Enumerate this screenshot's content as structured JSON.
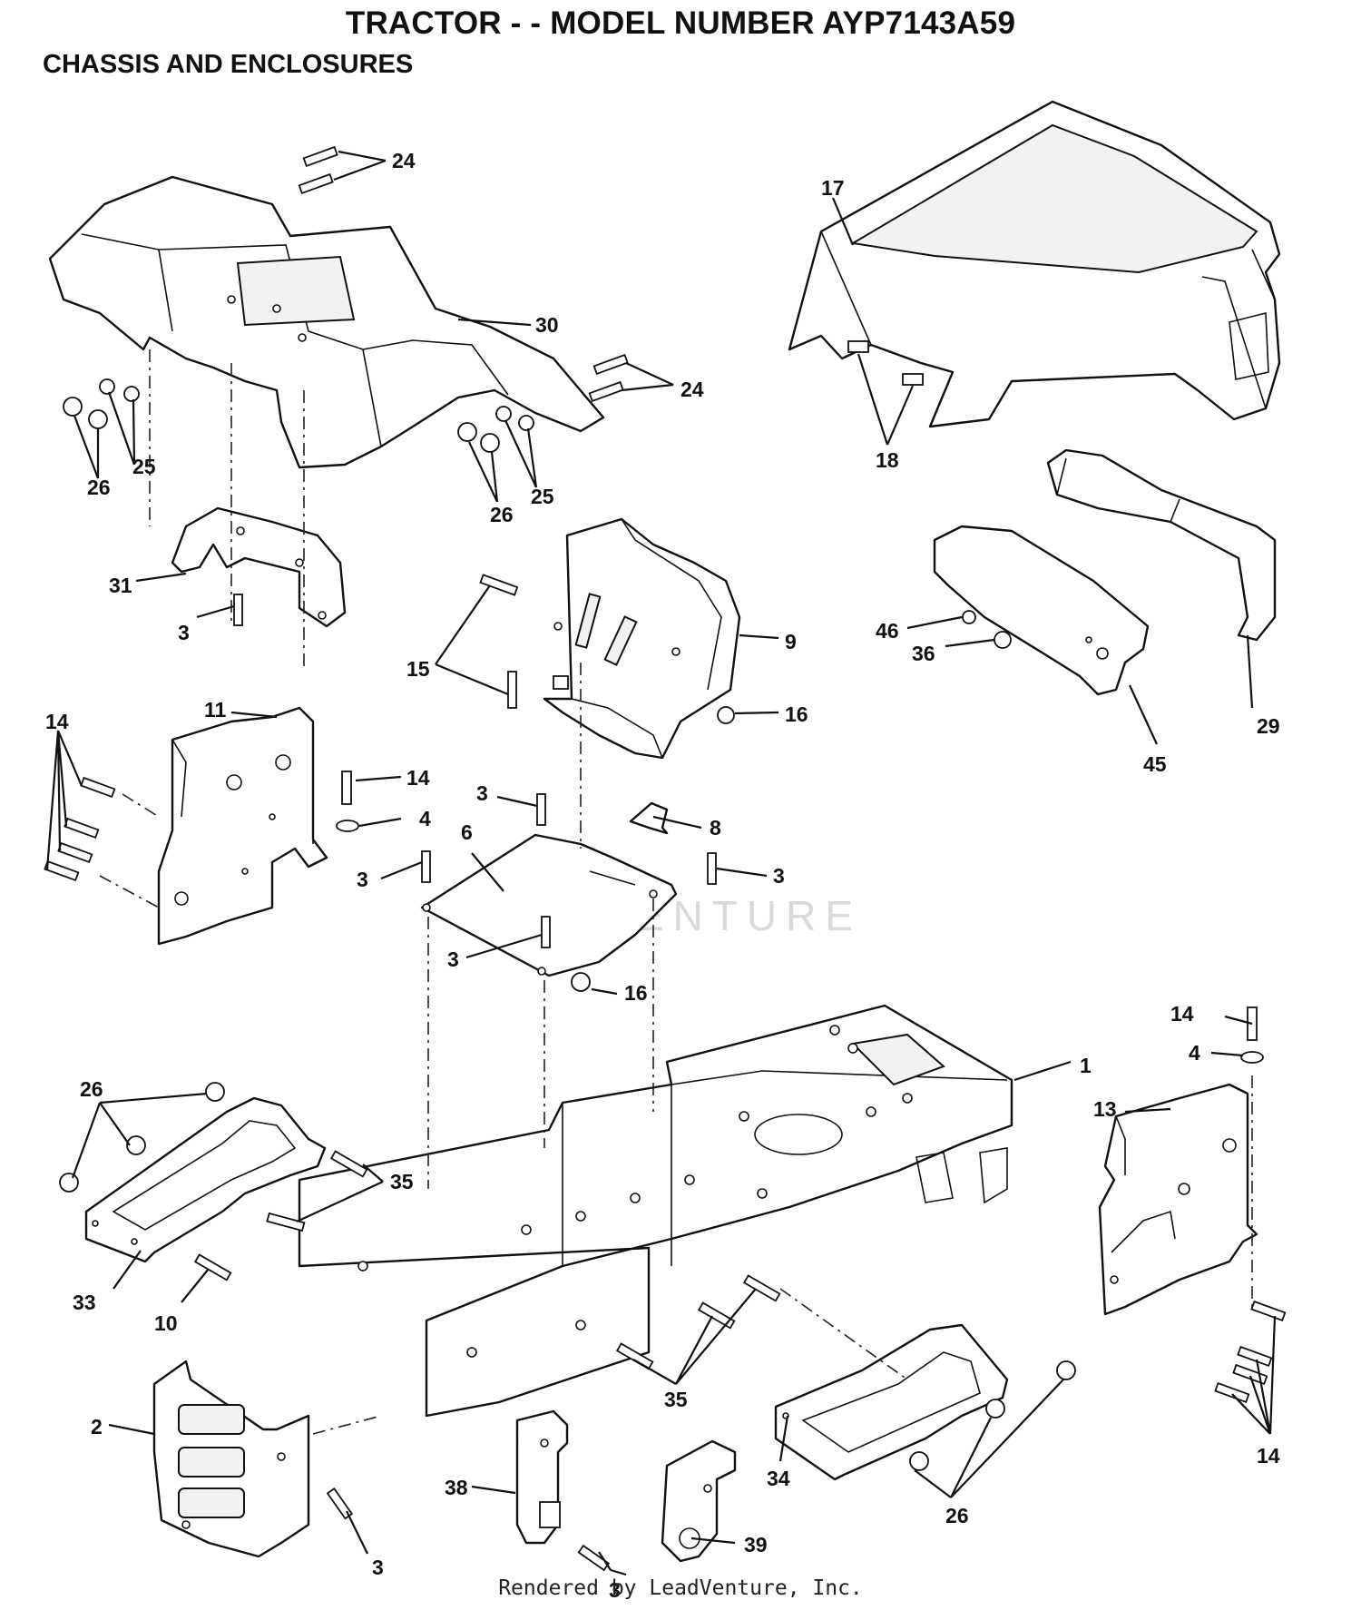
{
  "header": {
    "title": "TRACTOR - - MODEL NUMBER AYP7143A59",
    "subtitle": "CHASSIS AND ENCLOSURES"
  },
  "watermark": "LEADVENTURE",
  "footer": "Rendered by LeadVenture, Inc.",
  "callouts": {
    "c24a": "24",
    "c30": "30",
    "c24b": "24",
    "c25a": "25",
    "c26a": "26",
    "c25b": "25",
    "c26b": "26",
    "c17": "17",
    "c18": "18",
    "c31": "31",
    "c3a": "3",
    "c15": "15",
    "c9": "9",
    "c16a": "16",
    "c46": "46",
    "c36": "36",
    "c45": "45",
    "c29": "29",
    "c14a": "14",
    "c11": "11",
    "c14b": "14",
    "c4a": "4",
    "c3b": "3",
    "c8": "8",
    "c6": "6",
    "c3c": "3",
    "c3d": "3",
    "c3e": "3",
    "c16b": "16",
    "c14c": "14",
    "c4b": "4",
    "c1": "1",
    "c13": "13",
    "c26c": "26",
    "c35a": "35",
    "c33": "33",
    "c10": "10",
    "c2": "2",
    "c3f": "3",
    "c35b": "35",
    "c38": "38",
    "c3g": "3",
    "c39": "39",
    "c34": "34",
    "c26d": "26",
    "c14d": "14"
  }
}
